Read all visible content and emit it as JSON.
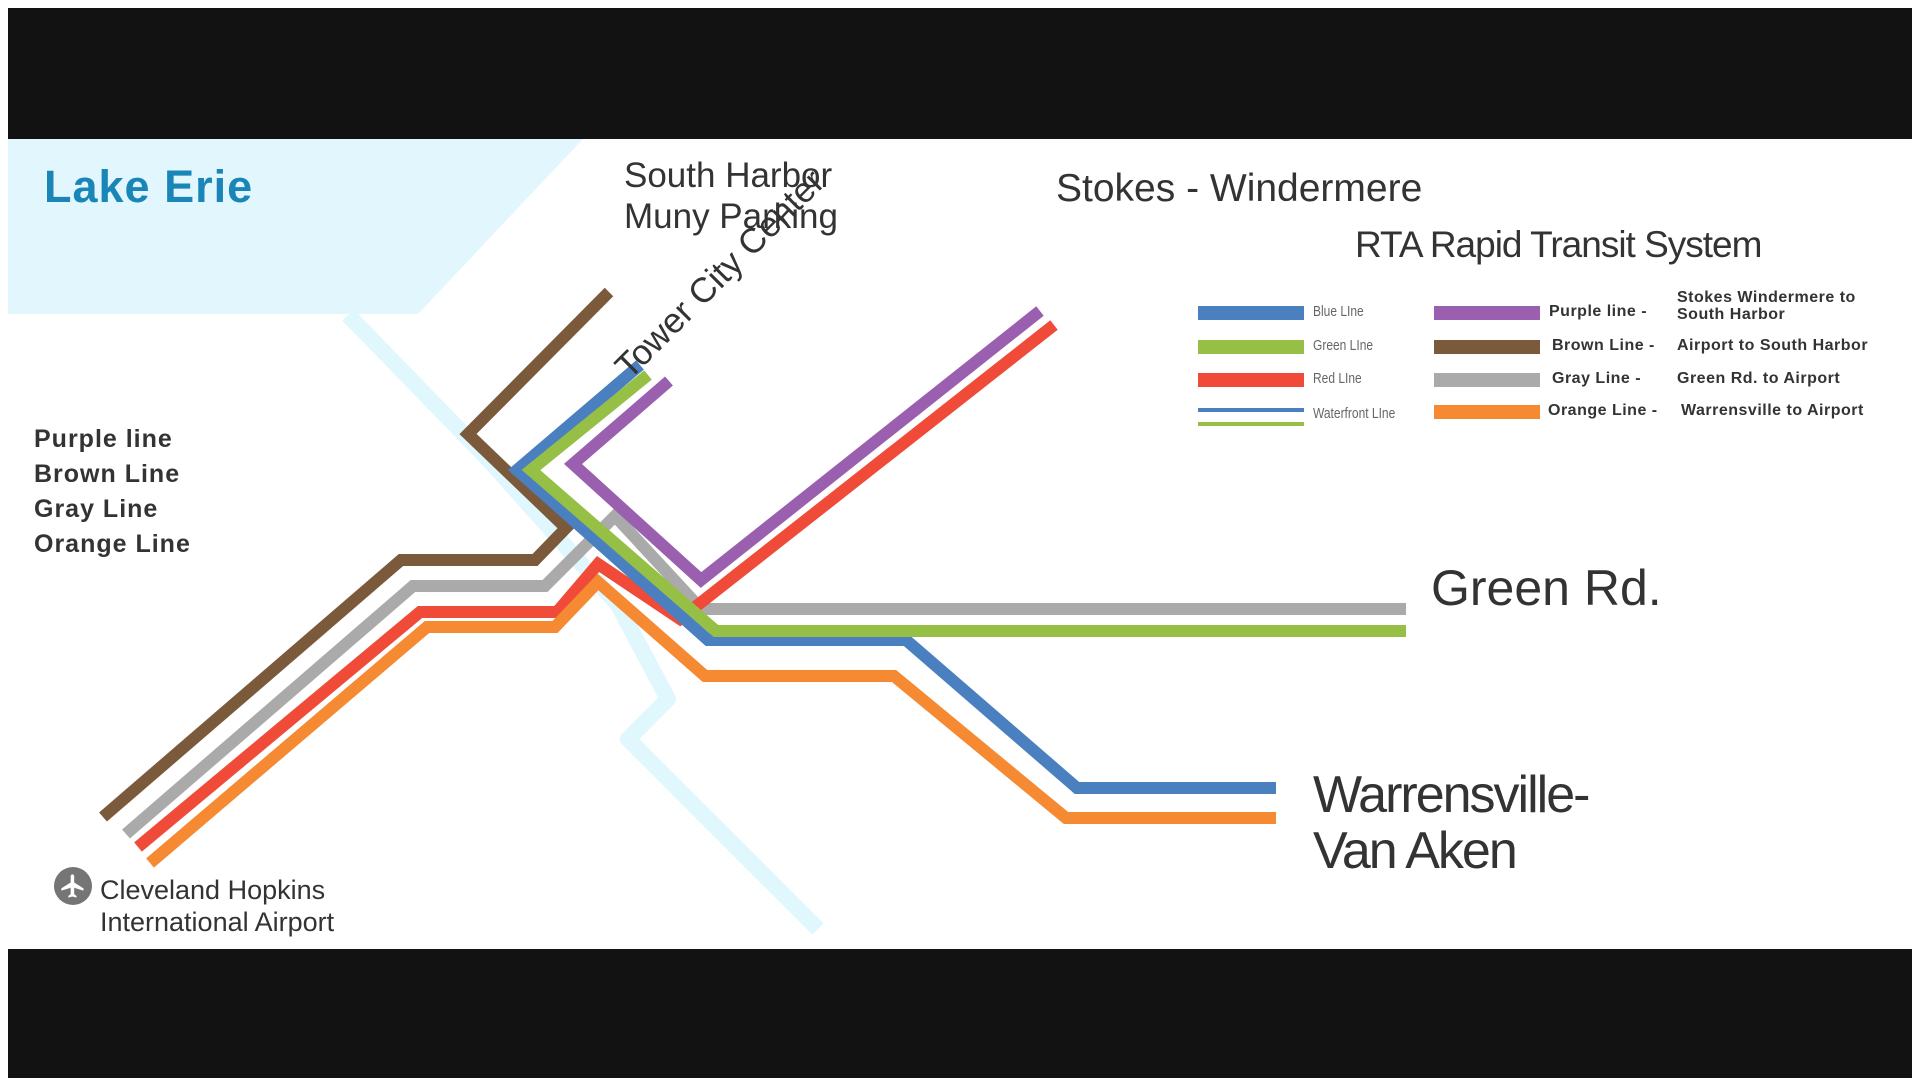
{
  "map": {
    "lake": "Lake Erie",
    "terminals": {
      "south_harbor": [
        "South Harbor",
        "Muny Parking"
      ],
      "stokes": "Stokes - Windermere",
      "tower_city": "Tower City Center",
      "green_rd": "Green Rd.",
      "warrensville": [
        "Warrensville-",
        "Van Aken"
      ],
      "airport": [
        "Cleveland Hopkins",
        "International Airport"
      ]
    },
    "title": "RTA Rapid Transit System",
    "left_list": [
      "Purple line",
      "Brown Line",
      "Gray Line",
      "Orange Line"
    ],
    "legend_left": [
      {
        "label": "Blue LIne",
        "color": "#4a80c0"
      },
      {
        "label": "Green LIne",
        "color": "#95c045"
      },
      {
        "label": "Red LIne",
        "color": "#f04a38"
      },
      {
        "label": "Waterfront LIne",
        "colors": [
          "#4a80c0",
          "#95c045"
        ]
      }
    ],
    "legend_right": [
      {
        "name": "Purple line -",
        "desc": [
          "Stokes Windermere to",
          "South Harbor"
        ],
        "color": "#9b5fb0"
      },
      {
        "name": "Brown Line -",
        "desc": [
          "Airport to South Harbor"
        ],
        "color": "#7b5a3c"
      },
      {
        "name": "Gray Line -",
        "desc": [
          "Green Rd. to Airport"
        ],
        "color": "#aaaaaa"
      },
      {
        "name": "Orange Line -",
        "desc": [
          "Warrensville to Airport"
        ],
        "color": "#f58a33"
      }
    ],
    "colors": {
      "purple": "#9b5fb0",
      "brown": "#7b5a3c",
      "gray": "#aaaaaa",
      "orange": "#f58a33",
      "blue": "#4a80c0",
      "green": "#95c045",
      "red": "#f04a38",
      "lake": "#e2f6fd",
      "river": "#dff7fd"
    },
    "icons": {
      "airport": "airplane-icon"
    }
  }
}
